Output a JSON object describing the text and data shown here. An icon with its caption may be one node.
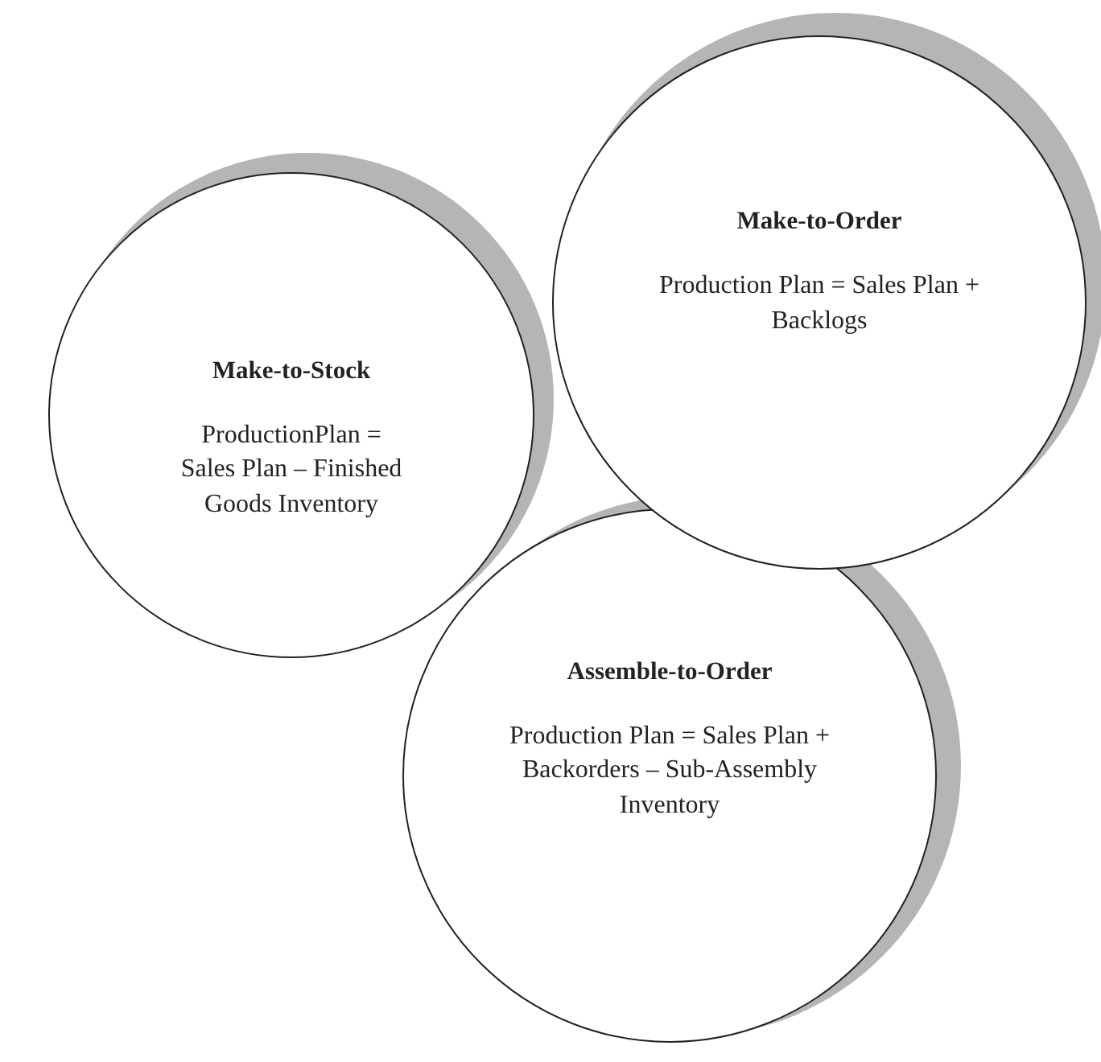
{
  "diagram": {
    "nodes": [
      {
        "text": [
          "Make-to-Stock",
          "ProductionPlan = Sales Plan – Finished Goods Inventory"
        ]
      },
      {
        "text": [
          "Make-to-Order",
          "Production Plan = Sales Plan + Backlogs"
        ]
      },
      {
        "text": [
          "Assemble-to-Order",
          "Production Plan = Sales Plan + Backorders – Sub-Assembly Inventory"
        ]
      }
    ]
  }
}
